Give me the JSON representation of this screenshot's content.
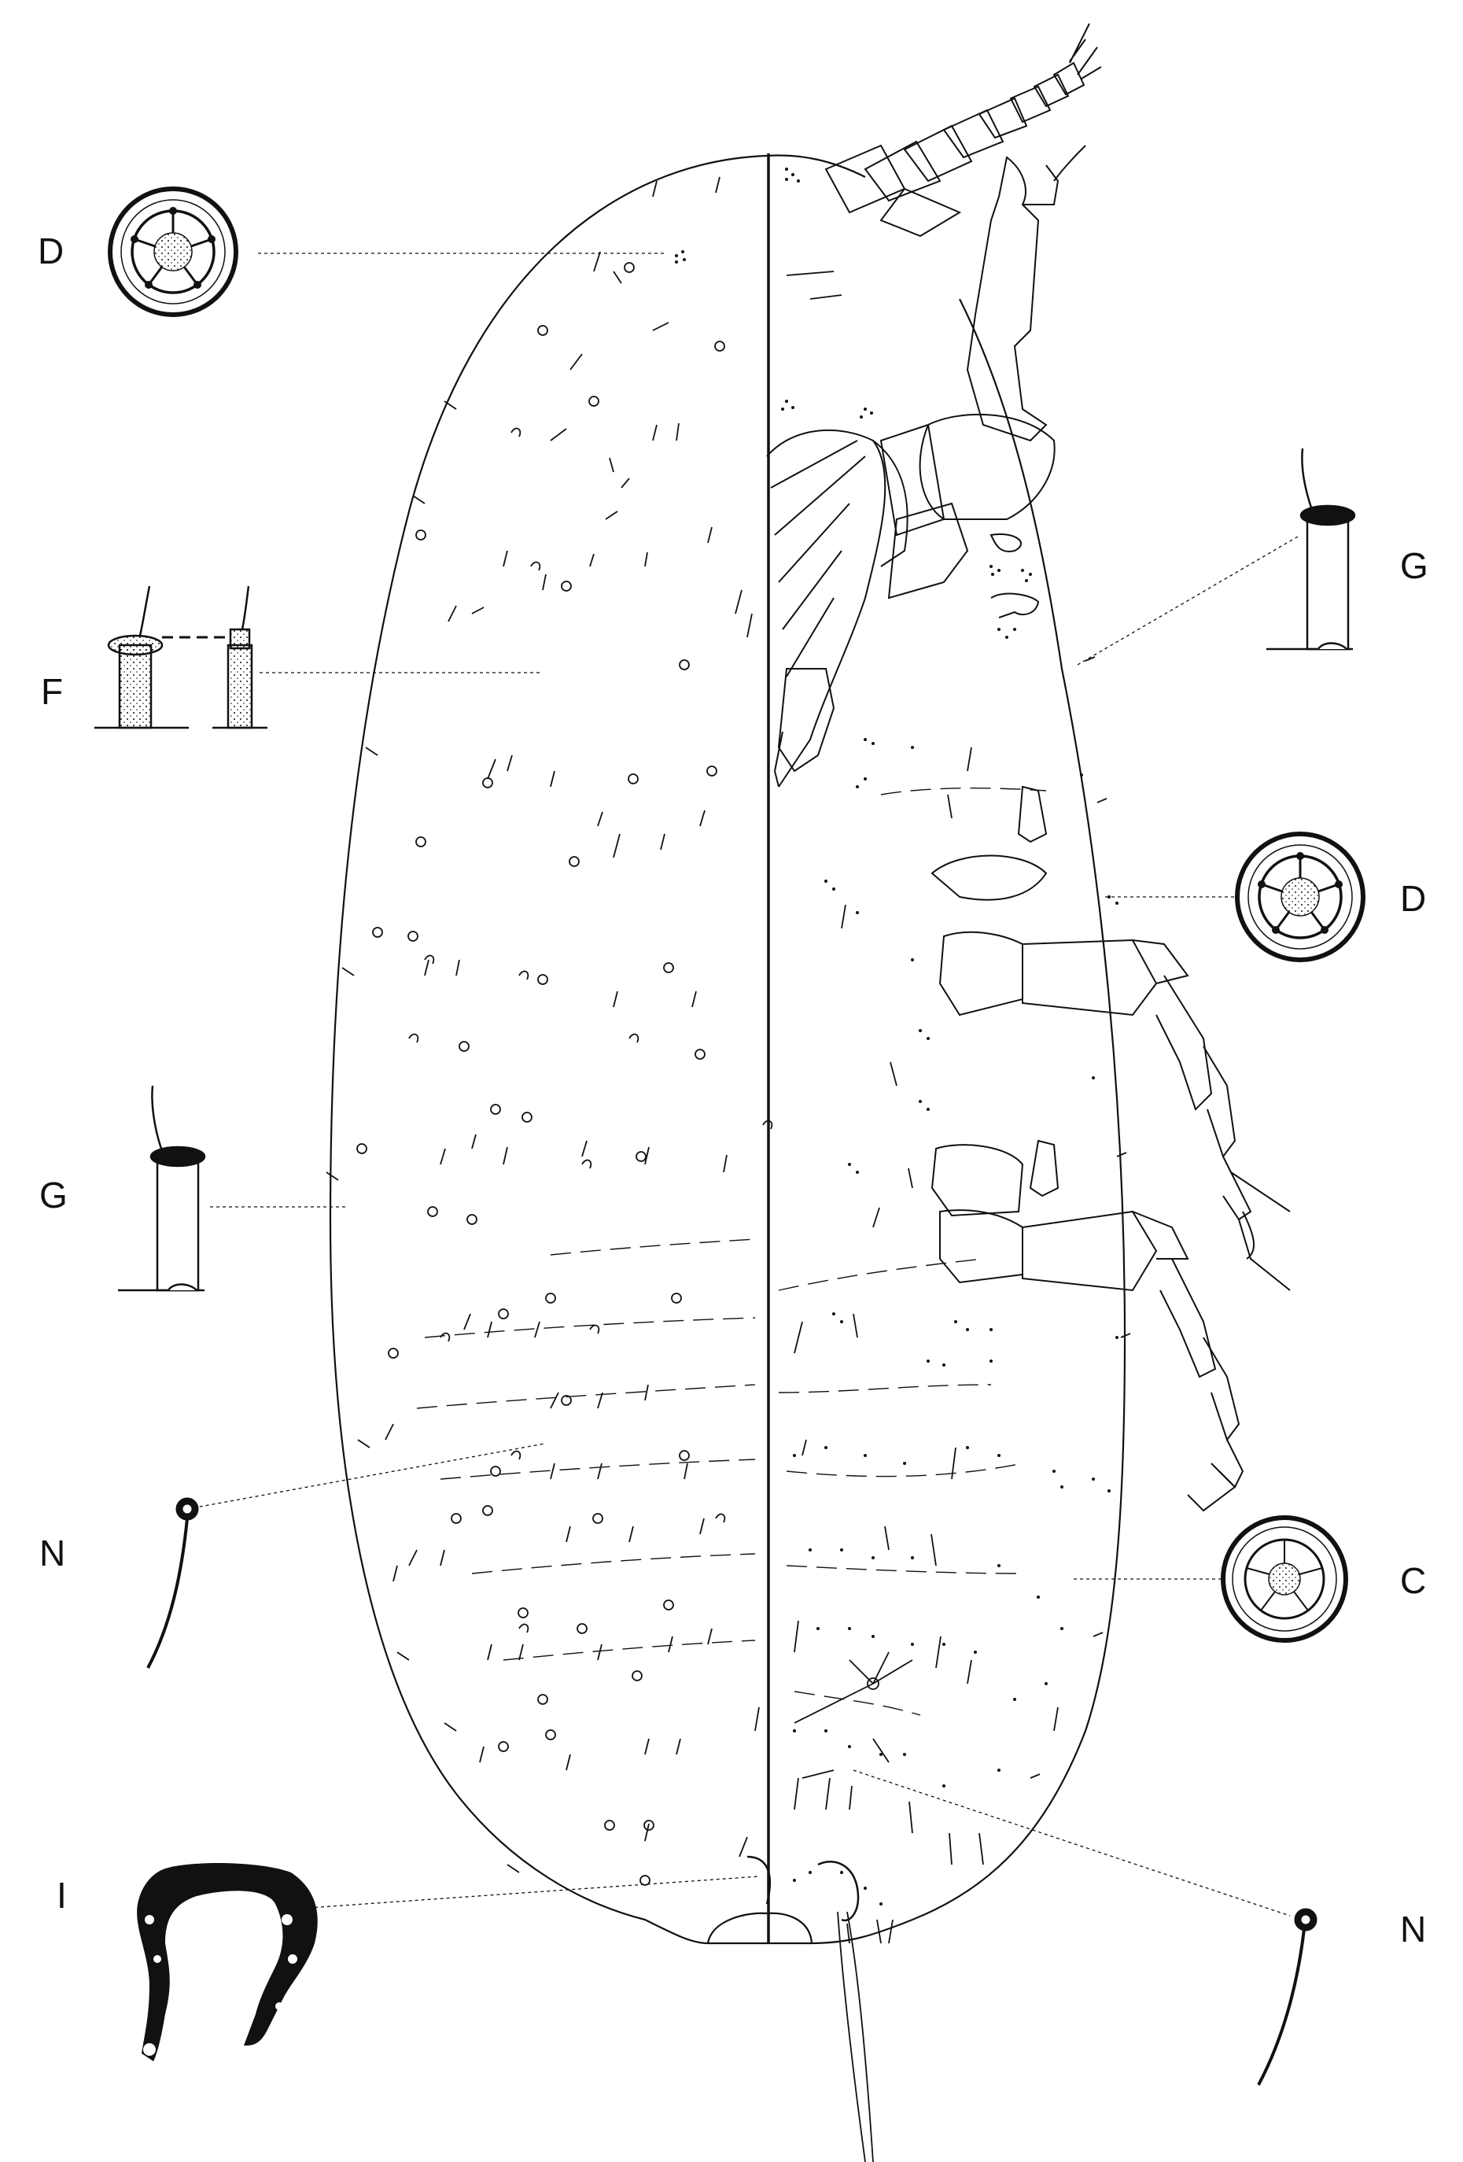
{
  "labels": {
    "d_top": "D",
    "f_left": "F",
    "g_left": "G",
    "n_left": "N",
    "i_left": "I",
    "g_right": "G",
    "d_right": "D",
    "c_right": "C",
    "n_right": "N"
  },
  "colors": {
    "ink": "#111111",
    "paper": "#ffffff"
  },
  "icons": {
    "detail_pore_D": "quinquelocular-pore-icon",
    "detail_pore_C": "quinquelocular-pore-icon",
    "detail_duct_G": "oral-collar-tubular-duct-icon",
    "detail_duct_F": "oral-rim-tubular-duct-icon",
    "detail_seta_N": "seta-icon",
    "detail_anal_ring_I": "anal-ring-icon"
  }
}
